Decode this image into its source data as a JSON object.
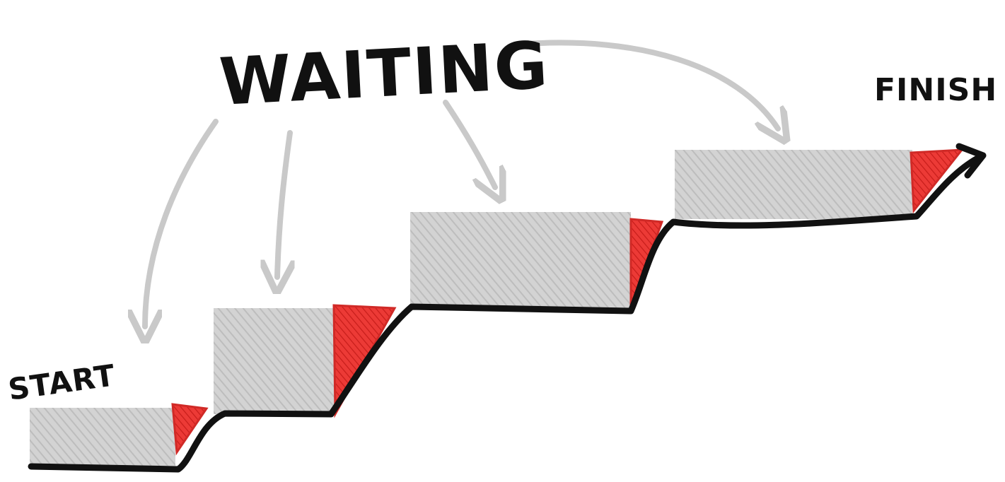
{
  "labels": {
    "waiting": "WAITING",
    "start": "START",
    "finish": "FINISH"
  },
  "colors": {
    "waiting_block": "#cfcfcf",
    "waiting_hatch": "#b9b9b9",
    "work_triangle": "#e8322f",
    "work_hatch": "#c41c1a",
    "step_line": "#111111",
    "pointer_arrow": "#c9c9c9"
  }
}
